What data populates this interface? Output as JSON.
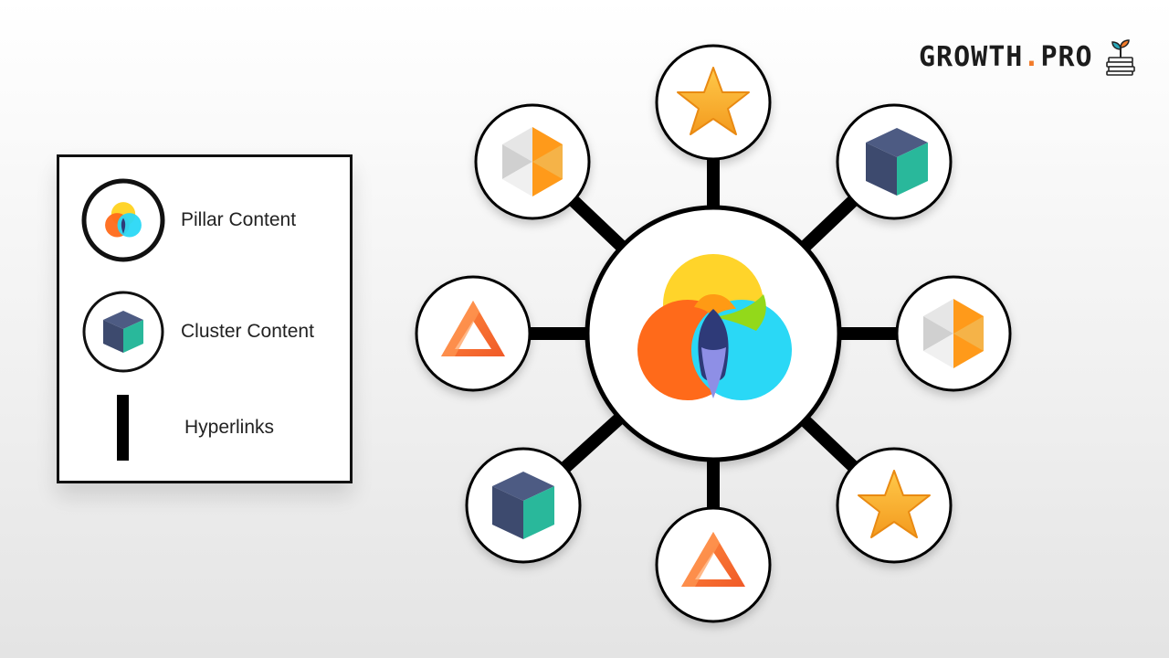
{
  "brand": {
    "name_part1": "GROWTH",
    "name_dot": ".",
    "name_part2": "PRO",
    "logo_icon": "plant-on-coins-icon",
    "accent": "#f27b2a"
  },
  "legend": {
    "items": [
      {
        "label": "Pillar Content",
        "icon": "venn-circles-icon"
      },
      {
        "label": "Cluster Content",
        "icon": "cube-icon"
      },
      {
        "label": "Hyperlinks",
        "icon": "black-bar-icon"
      }
    ]
  },
  "diagram": {
    "center": {
      "icon": "venn-circles-icon"
    },
    "nodes": [
      {
        "icon": "star-icon"
      },
      {
        "icon": "cube-icon"
      },
      {
        "icon": "hexagon-icon"
      },
      {
        "icon": "star-icon"
      },
      {
        "icon": "triangle-icon"
      },
      {
        "icon": "cube-icon"
      },
      {
        "icon": "triangle-icon"
      },
      {
        "icon": "hexagon-icon"
      }
    ],
    "colors": {
      "yellow": "#ffd42a",
      "orange": "#ff6a1a",
      "cyan": "#2ad8f6",
      "green": "#93d91a",
      "navy": "#2e3a78",
      "lavender": "#8e8fe6",
      "star": "#fbb03b",
      "cube_dark": "#3d4a6e",
      "cube_side": "#29b89b",
      "cube_top": "#4d5b83"
    }
  }
}
